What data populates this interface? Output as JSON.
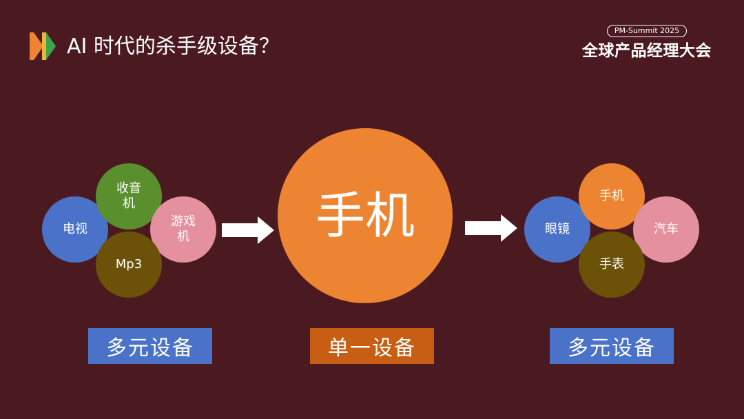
{
  "header": {
    "title": "AI 时代的杀手级设备？",
    "logo_icon": "play-arrows-icon",
    "brand_badge": "PM-Summit 2025",
    "brand_name": "全球产品经理大会"
  },
  "left_group": {
    "items": [
      "收音机",
      "电视",
      "游戏机",
      "Mp3"
    ],
    "label": "多元设备"
  },
  "center": {
    "device": "手机",
    "label": "单一设备"
  },
  "right_group": {
    "items": [
      "手机",
      "眼镜",
      "汽车",
      "手表"
    ],
    "label": "多元设备"
  },
  "colors": {
    "background": "#4a1a20",
    "blue": "#4a72c9",
    "green": "#5a8f2e",
    "pink": "#e4909e",
    "olive": "#6b5208",
    "orange": "#ec8432",
    "dark_orange": "#c85d14"
  }
}
